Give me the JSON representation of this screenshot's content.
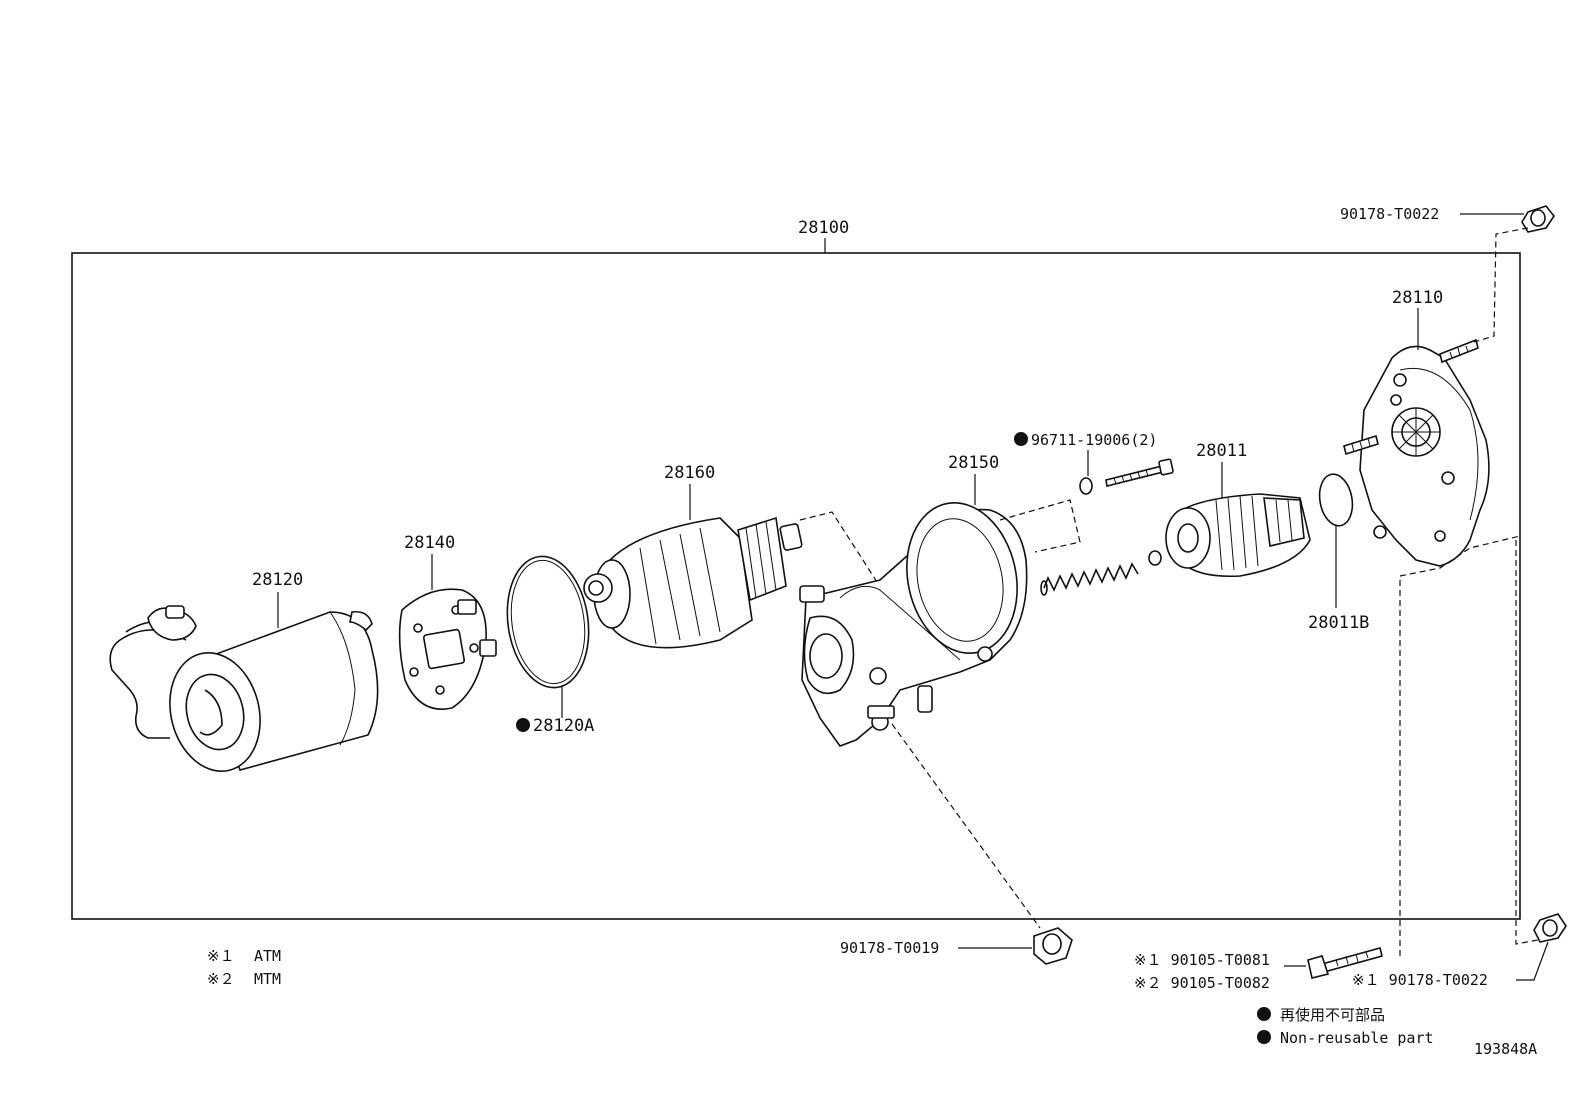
{
  "assembly": {
    "part_no": "28100"
  },
  "callouts": {
    "p28110": "28110",
    "p28120": "28120",
    "p28140": "28140",
    "p28120A": "28120A",
    "p28160": "28160",
    "p28150": "28150",
    "p96711": "96711-19006(2)",
    "p28011": "28011",
    "p28011B": "28011B",
    "nut_top": "90178-T0022",
    "nut_center": "90178-T0019",
    "bolt_atm": "※１ 90105-T0081",
    "bolt_mtm": "※２ 90105-T0082",
    "nut_bottom": "※１ 90178-T0022"
  },
  "notes": {
    "mark1": "※１",
    "mark1_text": "ATM",
    "mark2": "※２",
    "mark2_text": "MTM"
  },
  "legend": {
    "jp": "再使用不可部品",
    "en": "Non-reusable part"
  },
  "figure_id": "193848A"
}
